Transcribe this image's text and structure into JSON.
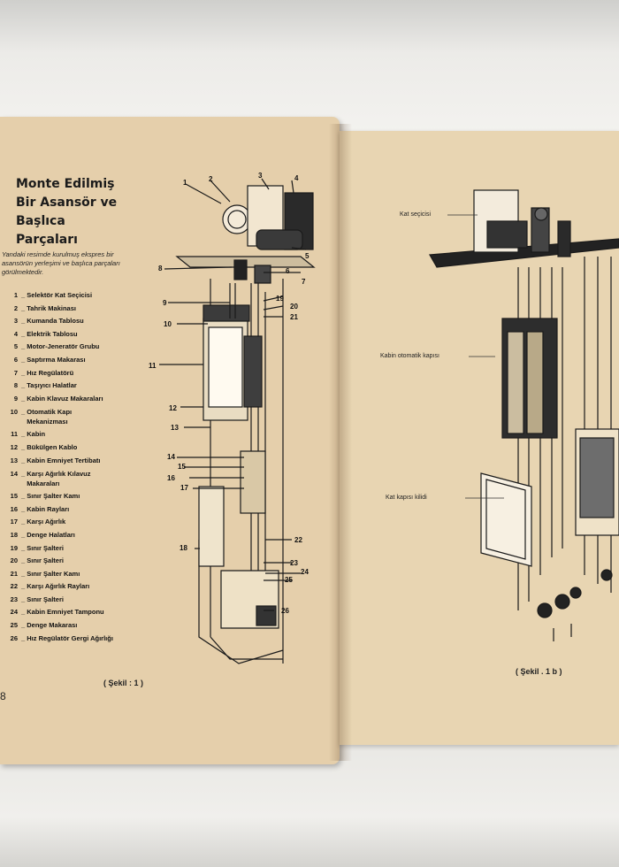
{
  "left_page": {
    "title": "Monte Edilmiş\nBir Asansör ve\nBaşlıca\nParçaları",
    "intro": "Yandaki resimde kurulmuş ekspres bir asansörün yerleşimi ve başlıca parçaları görülmektedir.",
    "parts": [
      {
        "n": "1",
        "label": "Selektör Kat Seçicisi"
      },
      {
        "n": "2",
        "label": "Tahrik Makinası"
      },
      {
        "n": "3",
        "label": "Kumanda Tablosu"
      },
      {
        "n": "4",
        "label": "Elektrik Tablosu"
      },
      {
        "n": "5",
        "label": "Motor-Jeneratör Grubu"
      },
      {
        "n": "6",
        "label": "Saptırma Makarası"
      },
      {
        "n": "7",
        "label": "Hız Regülatörü"
      },
      {
        "n": "8",
        "label": "Taşıyıcı Halatlar"
      },
      {
        "n": "9",
        "label": "Kabin Klavuz Makaraları"
      },
      {
        "n": "10",
        "label": "Otomatik Kapı Mekanizması"
      },
      {
        "n": "11",
        "label": "Kabin"
      },
      {
        "n": "12",
        "label": "Bükülgen Kablo"
      },
      {
        "n": "13",
        "label": "Kabin Emniyet Tertibatı"
      },
      {
        "n": "14",
        "label": "Karşı Ağırlık Kılavuz Makaraları"
      },
      {
        "n": "15",
        "label": "Sınır Şalter Kamı"
      },
      {
        "n": "16",
        "label": "Kabin Rayları"
      },
      {
        "n": "17",
        "label": "Karşı Ağırlık"
      },
      {
        "n": "18",
        "label": "Denge Halatları"
      },
      {
        "n": "19",
        "label": "Sınır Şalteri"
      },
      {
        "n": "20",
        "label": "Sınır Şalteri"
      },
      {
        "n": "21",
        "label": "Sınır Şalter Kamı"
      },
      {
        "n": "22",
        "label": "Karşı Ağırlık Rayları"
      },
      {
        "n": "23",
        "label": "Sınır Şalteri"
      },
      {
        "n": "24",
        "label": "Kabin Emniyet Tamponu"
      },
      {
        "n": "25",
        "label": "Denge Makarası"
      },
      {
        "n": "26",
        "label": "Hız Regülatör Gergi Ağırlığı"
      }
    ],
    "caption": "( Şekil : 1 )",
    "page_number": "8"
  },
  "right_page": {
    "labels": {
      "kat_secici": "Kat seçicisi",
      "kabin_kapisi": "Kabin otomatik kapısı",
      "kat_kapisi": "Kat kapısı kilidi"
    },
    "caption": "( Şekil . 1 b )"
  }
}
